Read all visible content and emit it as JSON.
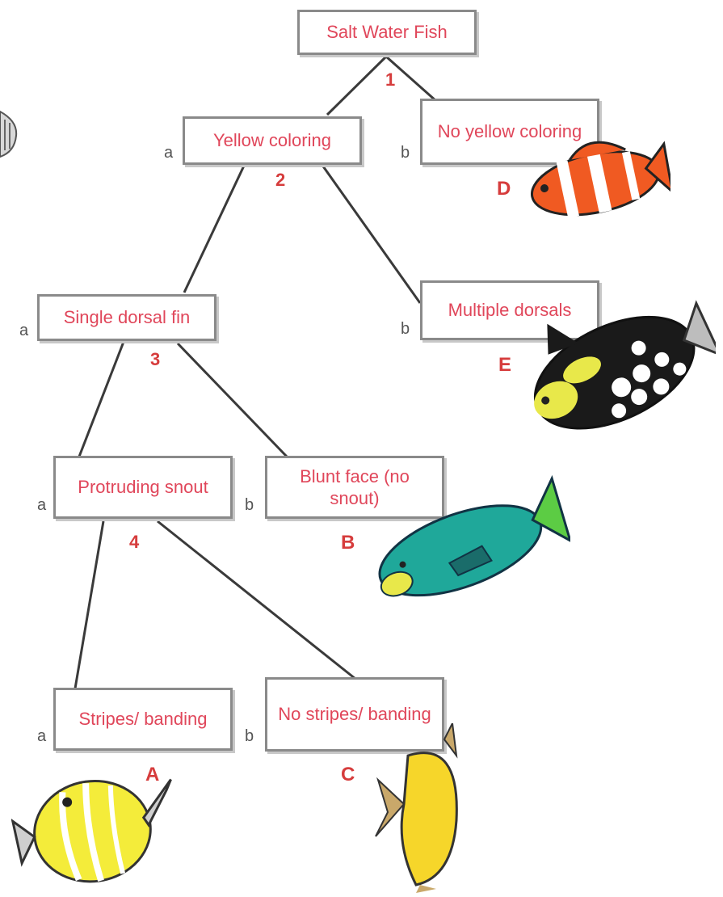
{
  "nodes": {
    "root": {
      "text": "Salt Water Fish",
      "step": "1"
    },
    "yellow": {
      "text": "Yellow coloring",
      "choice": "a",
      "step": "2"
    },
    "no_yellow": {
      "text": "No yellow coloring",
      "choice": "b",
      "result": "D"
    },
    "single_dorsal": {
      "text": "Single dorsal fin",
      "choice": "a",
      "step": "3"
    },
    "multiple_dorsals": {
      "text": "Multiple dorsals",
      "choice": "b",
      "result": "E"
    },
    "protruding": {
      "text": "Protruding snout",
      "choice": "a",
      "step": "4"
    },
    "blunt": {
      "text": "Blunt face (no snout)",
      "choice": "b",
      "result": "B"
    },
    "stripes": {
      "text": "Stripes/ banding",
      "choice": "a",
      "result": "A"
    },
    "no_stripes": {
      "text": "No stripes/ banding",
      "choice": "b",
      "result": "C"
    }
  },
  "colors": {
    "box_text": "#e0465a",
    "result": "#d63c3c",
    "line": "#3a3a3a"
  },
  "fish_icons": [
    "clownfish-icon",
    "triggerfish-icon",
    "parrotfish-icon",
    "butterflyfish-icon",
    "yellow-tang-icon"
  ]
}
